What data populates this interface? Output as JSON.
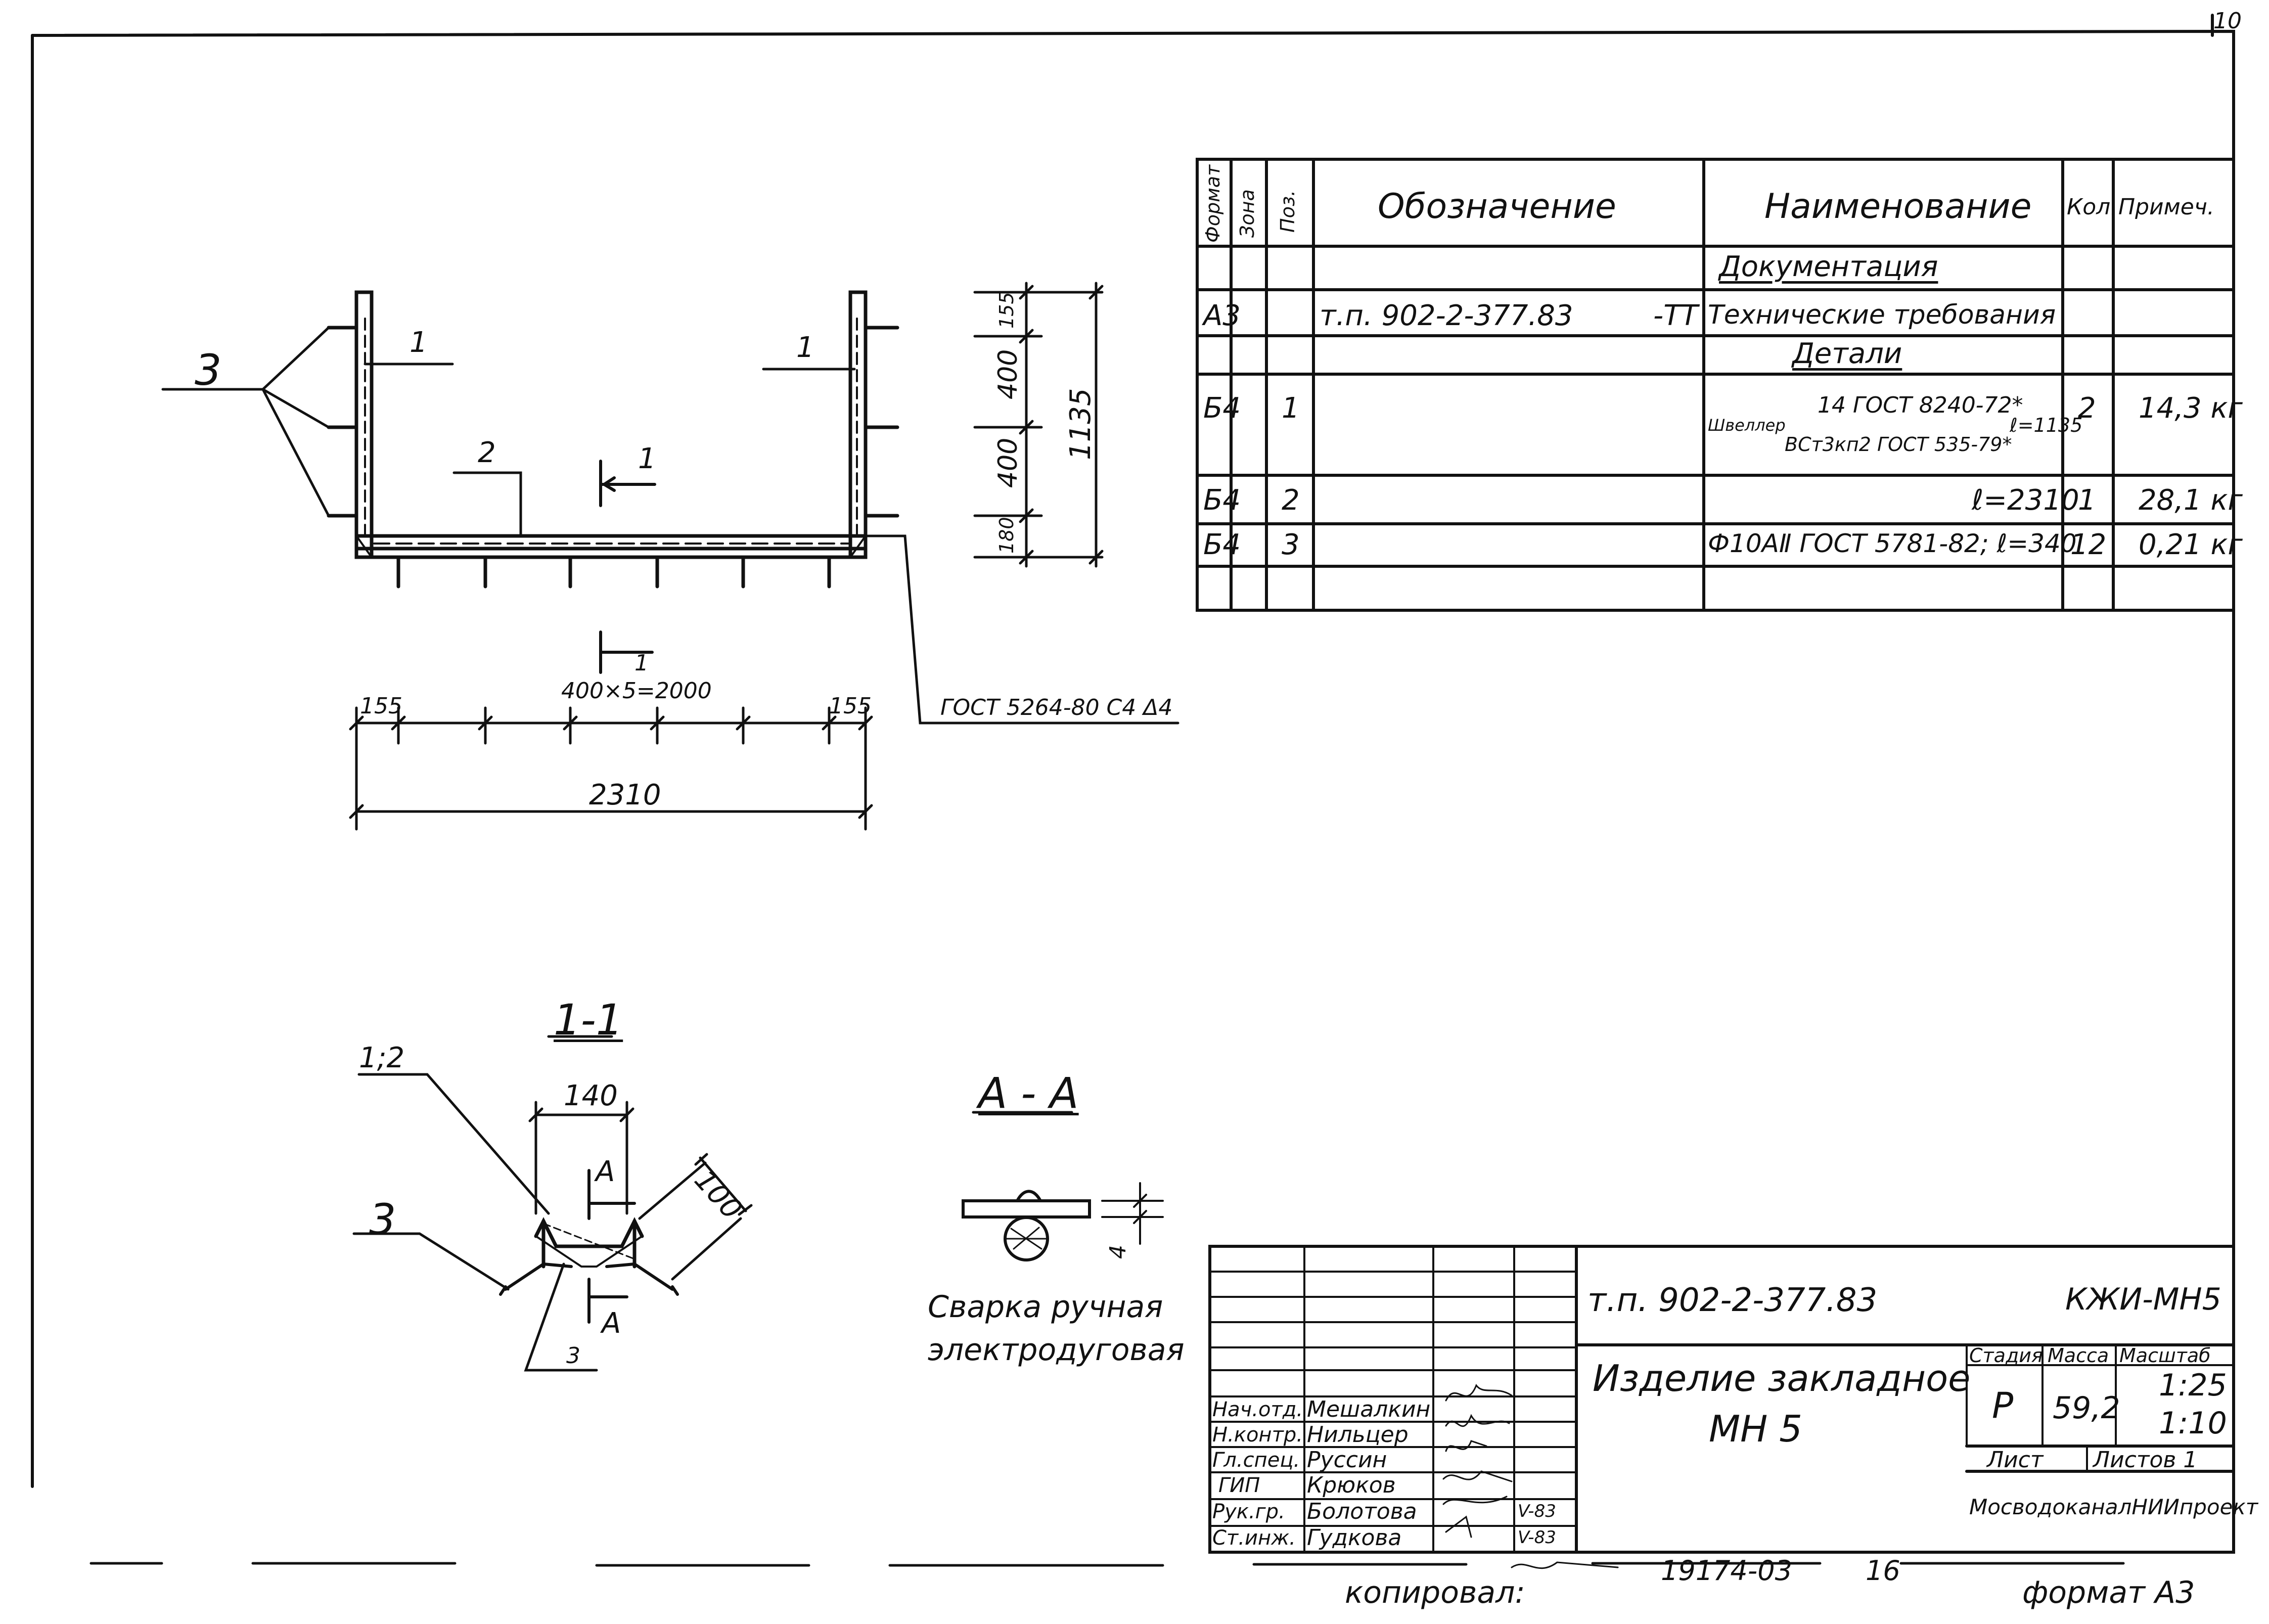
{
  "page_number": "10",
  "spec_table": {
    "headers": {
      "format": "Формат",
      "zone": "Зона",
      "pos": "Поз.",
      "designation": "Обозначение",
      "name": "Наименование",
      "qty": "Кол.",
      "note": "Примеч."
    },
    "section_documentation": "Документация",
    "doc_row": {
      "format": "А3",
      "designation": "т.п. 902-2-377.83",
      "suffix": "-ТТ",
      "name": "Технические требования"
    },
    "section_details": "Детали",
    "rows": [
      {
        "format": "Б4",
        "pos": "1",
        "name_word": "Швеллер",
        "name_line1": "14 ГОСТ 8240-72*",
        "name_line2": "ВСт3кп2 ГОСТ 535-79*",
        "name_len": "ℓ=1135",
        "qty": "2",
        "note": "14,3 кг"
      },
      {
        "format": "Б4",
        "pos": "2",
        "name": "ℓ=2310",
        "qty": "1",
        "note": "28,1 кг"
      },
      {
        "format": "Б4",
        "pos": "3",
        "name": "Ф10АⅡ ГОСТ 5781-82; ℓ=340",
        "qty": "12",
        "note": "0,21 кг"
      }
    ]
  },
  "drawing": {
    "leader_3": "3",
    "leader_1_left": "1",
    "leader_1_right": "1",
    "leader_2": "2",
    "section_mark_top": "1",
    "section_mark_bottom": "1",
    "dims_v": [
      "155",
      "400",
      "400",
      "180"
    ],
    "dim_total_v": "1135",
    "dim_left": "155",
    "dim_mid": "400×5=2000",
    "dim_right": "155",
    "dim_total": "2310",
    "weld_note": "ГОСТ 5264-80 С4 Δ4"
  },
  "section_1_1": {
    "title": "1-1",
    "leader_12": "1;2",
    "leader_3": "3",
    "dim_140": "140",
    "dim_100": "100",
    "mark_a_top": "А",
    "mark_a_bottom": "А",
    "dim_3": "3"
  },
  "section_a_a": {
    "title": "А - А",
    "dim_4": "4"
  },
  "weld_caption": [
    "Сварка ручная",
    "электродуговая"
  ],
  "title_block": {
    "doc_code": "т.п. 902-2-377.83",
    "sheet_code": "КЖИ-МН5",
    "title_line1": "Изделие закладное",
    "title_line2": "МН 5",
    "headers": {
      "stage": "Стадия",
      "mass": "Масса",
      "scale": "Масштаб"
    },
    "stage": "Р",
    "mass": "59,2",
    "scale1": "1:25",
    "scale2": "1:10",
    "sheet_label": "Лист",
    "sheets_label": "Листов 1",
    "org": "МосводоканалНИИпроект",
    "people": [
      {
        "role": "Нач.отд.",
        "name": "Мешалкин"
      },
      {
        "role": "Н.контр.",
        "name": "Нильцер"
      },
      {
        "role": "Гл.спец.",
        "name": "Руссин"
      },
      {
        "role": "ГИП",
        "name": "Крюков"
      },
      {
        "role": "Рук.гр.",
        "name": "Болотова",
        "date": "V-83"
      },
      {
        "role": "Ст.инж.",
        "name": "Гудкова",
        "date": "V-83"
      }
    ]
  },
  "footer": {
    "copied": "копировал:",
    "inventory": "19174-03",
    "page": "16",
    "format": "формат А3"
  }
}
